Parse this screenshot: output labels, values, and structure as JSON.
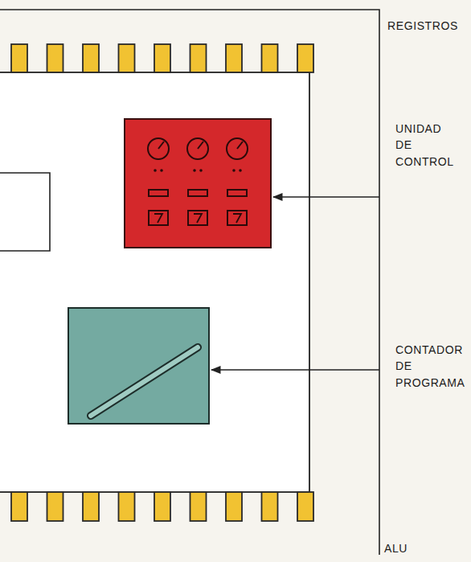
{
  "diagram": {
    "labels": [
      "REGISTROS",
      "UNIDAD DE CONTROL",
      "CONTADOR DE PROGRAMA",
      "ALU"
    ]
  }
}
